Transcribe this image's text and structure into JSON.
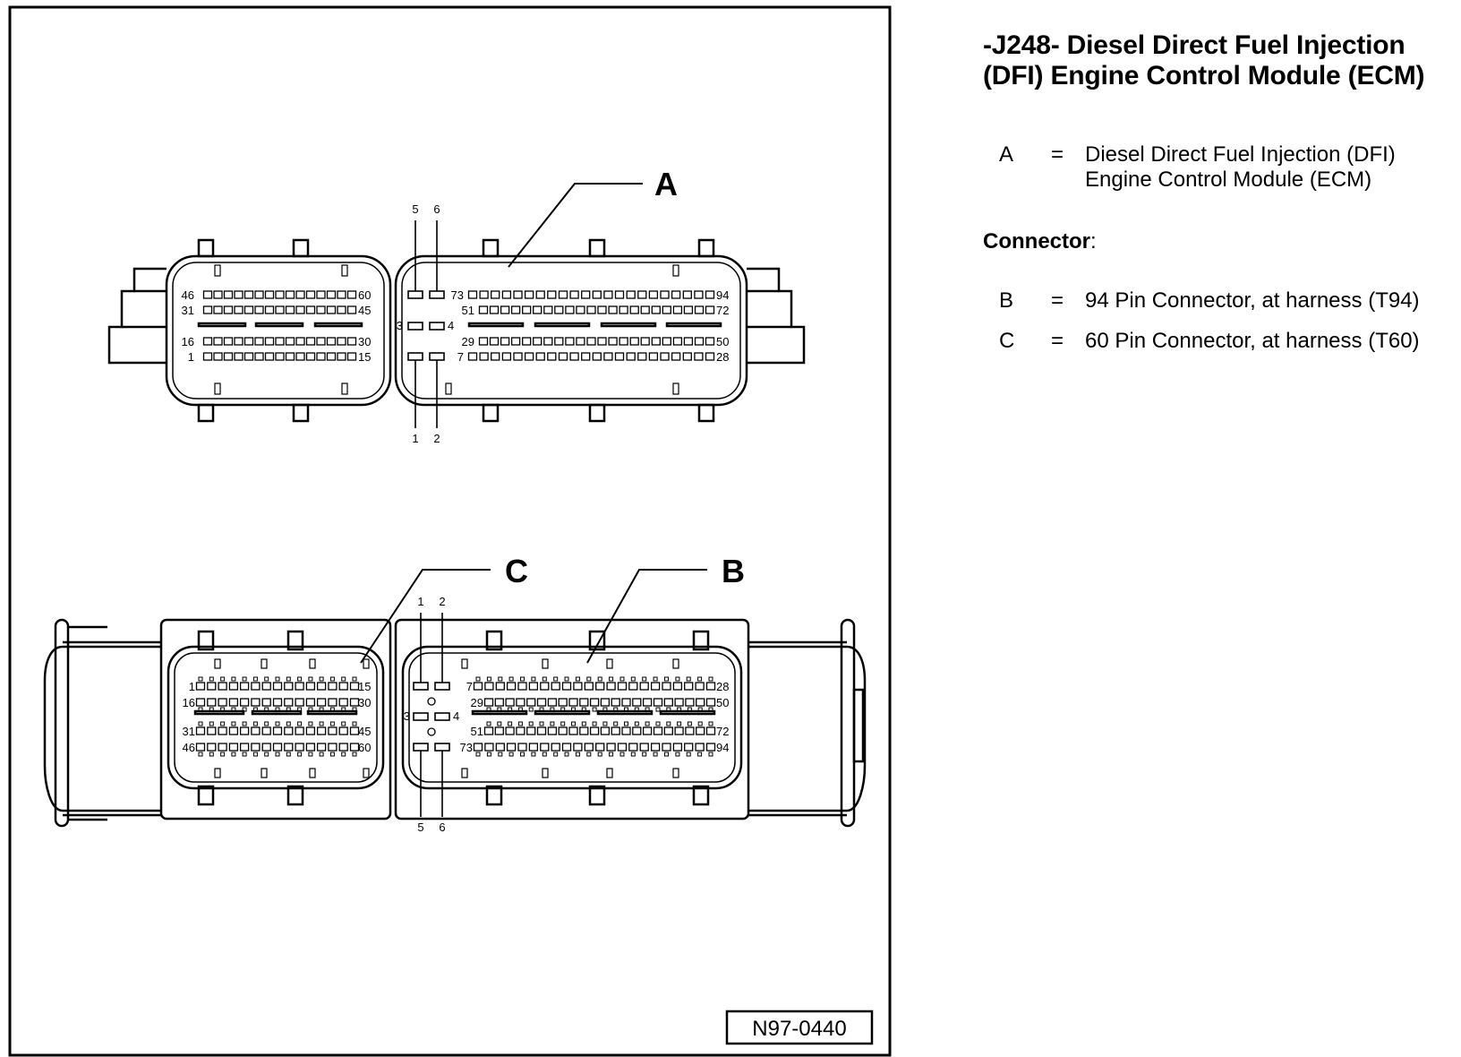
{
  "title": {
    "line1": "-J248- Diesel Direct Fuel Injection",
    "line2": "(DFI) Engine Control Module (ECM)"
  },
  "legend": {
    "a_key": "A",
    "a_eq": "=",
    "a_desc_line1": "Diesel Direct Fuel Injection (DFI)",
    "a_desc_line2": "Engine Control Module (ECM)",
    "connector_heading": "Connector",
    "connector_colon": ":",
    "b_key": "B",
    "b_eq": "=",
    "b_desc": "94 Pin Connector, at harness (T94)",
    "c_key": "C",
    "c_eq": "=",
    "c_desc": "60 Pin Connector, at harness (T60)"
  },
  "diagram": {
    "callout_a": "A",
    "callout_b": "B",
    "callout_c": "C",
    "figure_id": "N97-0440",
    "ecm": {
      "left_rows": [
        [
          "46",
          "60"
        ],
        [
          "31",
          "45"
        ],
        [
          "16",
          "30"
        ],
        [
          "1",
          "15"
        ]
      ],
      "right_rows": [
        [
          "73",
          "94"
        ],
        [
          "51",
          "72"
        ],
        [
          "29",
          "50"
        ],
        [
          "7",
          "28"
        ]
      ],
      "power_labels": [
        "5",
        "6",
        "3",
        "4",
        "1",
        "2"
      ]
    },
    "harness": {
      "left_rows": [
        [
          "1",
          "15"
        ],
        [
          "16",
          "30"
        ],
        [
          "31",
          "45"
        ],
        [
          "46",
          "60"
        ]
      ],
      "right_rows": [
        [
          "7",
          "28"
        ],
        [
          "29",
          "50"
        ],
        [
          "51",
          "72"
        ],
        [
          "73",
          "94"
        ]
      ],
      "power_labels": [
        "1",
        "2",
        "3",
        "4",
        "5",
        "6"
      ]
    }
  }
}
